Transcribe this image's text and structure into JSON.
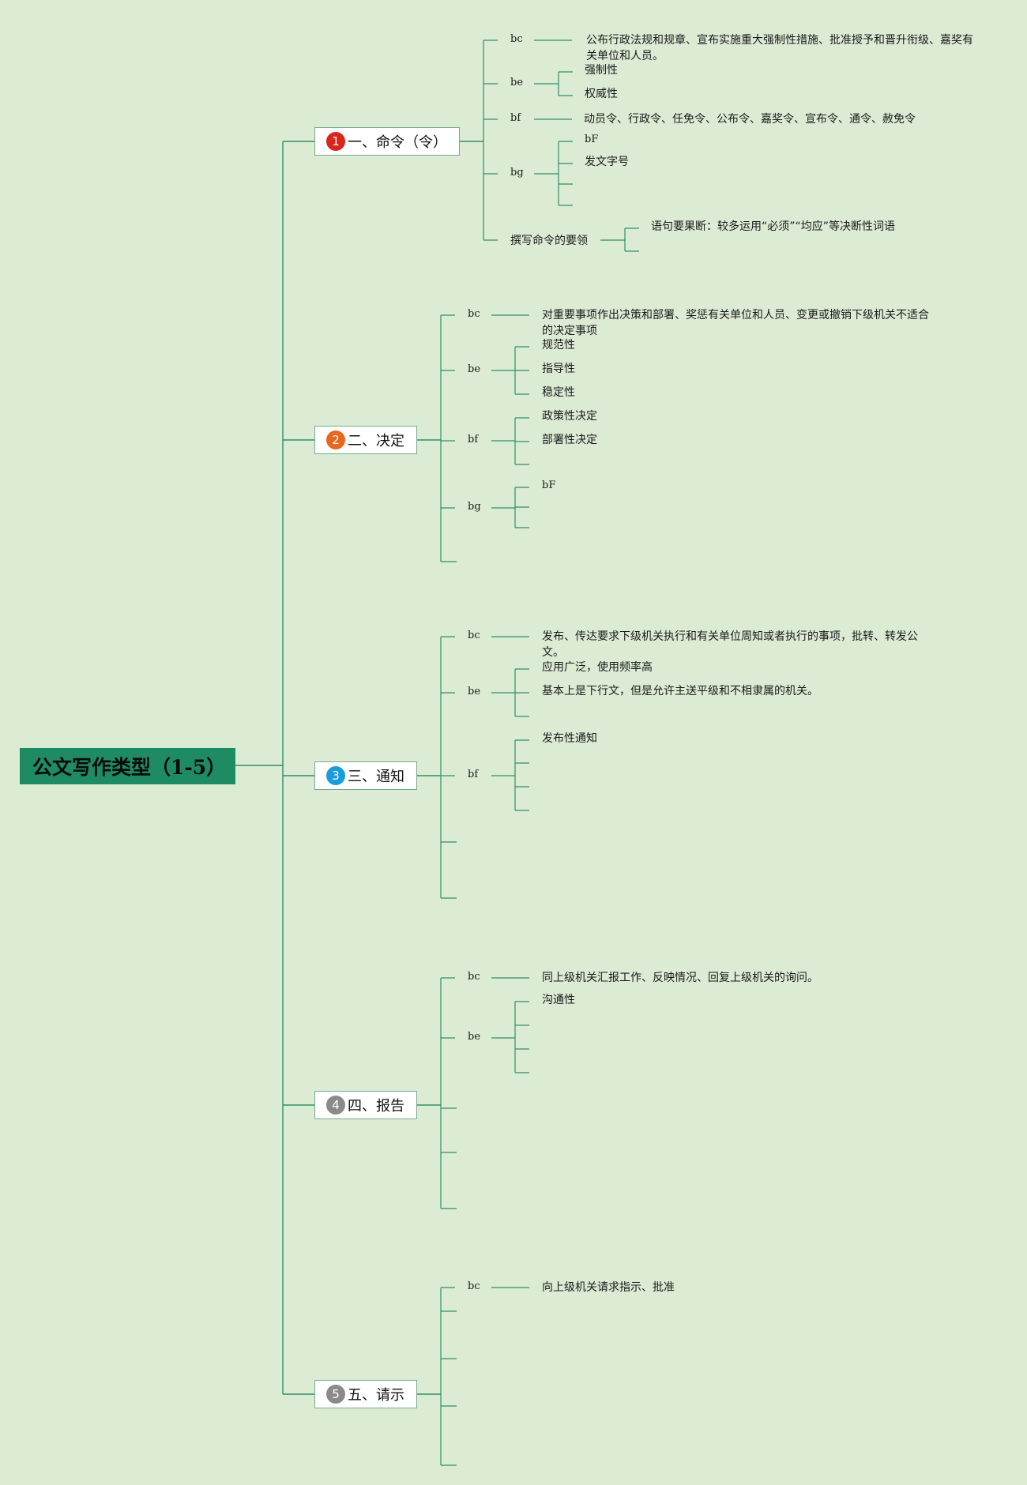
{
  "root": {
    "title": "公文写作类型（1-5）"
  },
  "colors": {
    "background": "#dcebd4",
    "root_fill": "#1f8b63",
    "line": "#2e8f68"
  },
  "topics": [
    {
      "num": "1",
      "label": "一、命令（令）",
      "badge_color": "#d9261c",
      "children": [
        {
          "key": "bc",
          "leaves": [
            "公布行政法规和规章、宣布实施重大强制性措施、批准授予和晋升衔级、嘉奖有关单位和人员。"
          ]
        },
        {
          "key": "be",
          "leaves": [
            "强制性",
            "权威性"
          ]
        },
        {
          "key": "bf",
          "leaves": [
            "动员令、行政令、任免令、公布令、嘉奖令、宣布令、通令、赦免令"
          ]
        },
        {
          "key": "bg",
          "leaves": [
            "bF",
            "发文字号",
            "",
            ""
          ]
        },
        {
          "key": "撰写命令的要领",
          "leaves": [
            "语句要果断：较多运用“必须”“均应”等决断性词语",
            ""
          ]
        }
      ]
    },
    {
      "num": "2",
      "label": "二、决定",
      "badge_color": "#e8661e",
      "children": [
        {
          "key": "bc",
          "leaves": [
            "对重要事项作出决策和部署、奖惩有关单位和人员、变更或撤销下级机关不适合的决定事项"
          ]
        },
        {
          "key": "be",
          "leaves": [
            "规范性",
            "指导性",
            "稳定性"
          ]
        },
        {
          "key": "bf",
          "leaves": [
            "政策性决定",
            "部署性决定",
            ""
          ]
        },
        {
          "key": "bg",
          "leaves": [
            "bF",
            "",
            ""
          ]
        },
        {
          "key": "",
          "leaves": []
        }
      ]
    },
    {
      "num": "3",
      "label": "三、通知",
      "badge_color": "#1a9be0",
      "children": [
        {
          "key": "bc",
          "leaves": [
            "发布、传达要求下级机关执行和有关单位周知或者执行的事项，批转、转发公文。"
          ]
        },
        {
          "key": "be",
          "leaves": [
            "应用广泛，使用频率高",
            "基本上是下行文，但是允许主送平级和不相隶属的机关。",
            ""
          ]
        },
        {
          "key": "bf",
          "leaves": [
            "发布性通知",
            "",
            "",
            ""
          ]
        },
        {
          "key": "",
          "leaves": []
        },
        {
          "key": "",
          "leaves": []
        }
      ]
    },
    {
      "num": "4",
      "label": "四、报告",
      "badge_color": "#8a8a8a",
      "children": [
        {
          "key": "bc",
          "leaves": [
            "同上级机关汇报工作、反映情况、回复上级机关的询问。"
          ]
        },
        {
          "key": "be",
          "leaves": [
            "沟通性",
            "",
            "",
            ""
          ]
        },
        {
          "key": "",
          "leaves": []
        },
        {
          "key": "",
          "leaves": []
        },
        {
          "key": "",
          "leaves": []
        }
      ]
    },
    {
      "num": "5",
      "label": "五、请示",
      "badge_color": "#8a8a8a",
      "children": [
        {
          "key": "bc",
          "leaves": [
            "向上级机关请求指示、批准"
          ]
        },
        {
          "key": "",
          "leaves": []
        },
        {
          "key": "",
          "leaves": []
        },
        {
          "key": "",
          "leaves": []
        },
        {
          "key": "",
          "leaves": []
        }
      ]
    }
  ]
}
